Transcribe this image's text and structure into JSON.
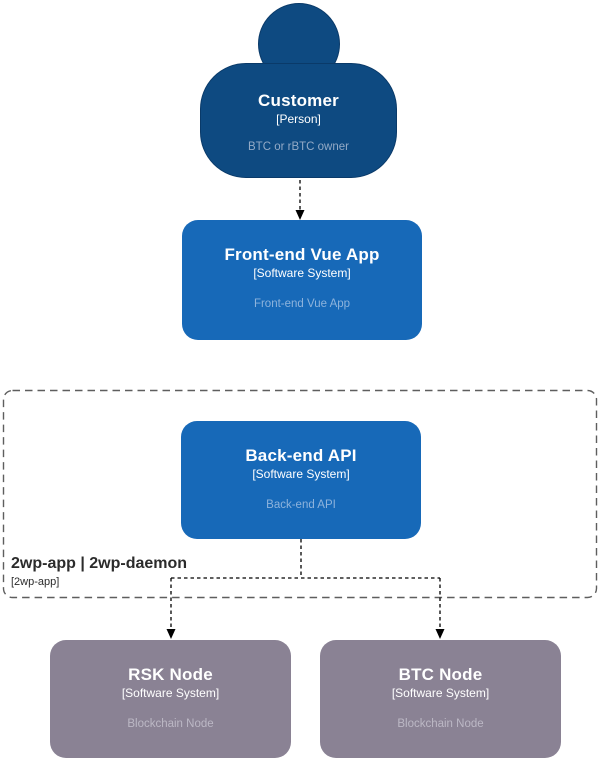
{
  "diagram": {
    "kind": "C4 software architecture diagram",
    "nodes": {
      "customer": {
        "title": "Customer",
        "type": "[Person]",
        "description": "BTC or rBTC owner"
      },
      "frontend": {
        "title": "Front-end Vue App",
        "type": "[Software System]",
        "description": "Front-end Vue App"
      },
      "backend": {
        "title": "Back-end API",
        "type": "[Software System]",
        "description": "Back-end API"
      },
      "rsk_node": {
        "title": "RSK Node",
        "type": "[Software System]",
        "description": "Blockchain Node"
      },
      "btc_node": {
        "title": "BTC Node",
        "type": "[Software System]",
        "description": "Blockchain Node"
      }
    },
    "boundary": {
      "title": "2wp-app | 2wp-daemon",
      "type_label": "[2wp-app]"
    },
    "relationships": [
      {
        "from": "customer",
        "to": "frontend",
        "style": "dashed-arrow"
      },
      {
        "from": "backend",
        "to": "rsk_node",
        "style": "dashed-arrow"
      },
      {
        "from": "backend",
        "to": "btc_node",
        "style": "dashed-arrow"
      }
    ],
    "colors": {
      "person_fill": "#0e4a81",
      "software_system_fill": "#1769b8",
      "external_node_fill": "#8a8294",
      "boundary_line": "#5e5e5e",
      "arrow": "#000000",
      "background": "#ffffff"
    }
  }
}
